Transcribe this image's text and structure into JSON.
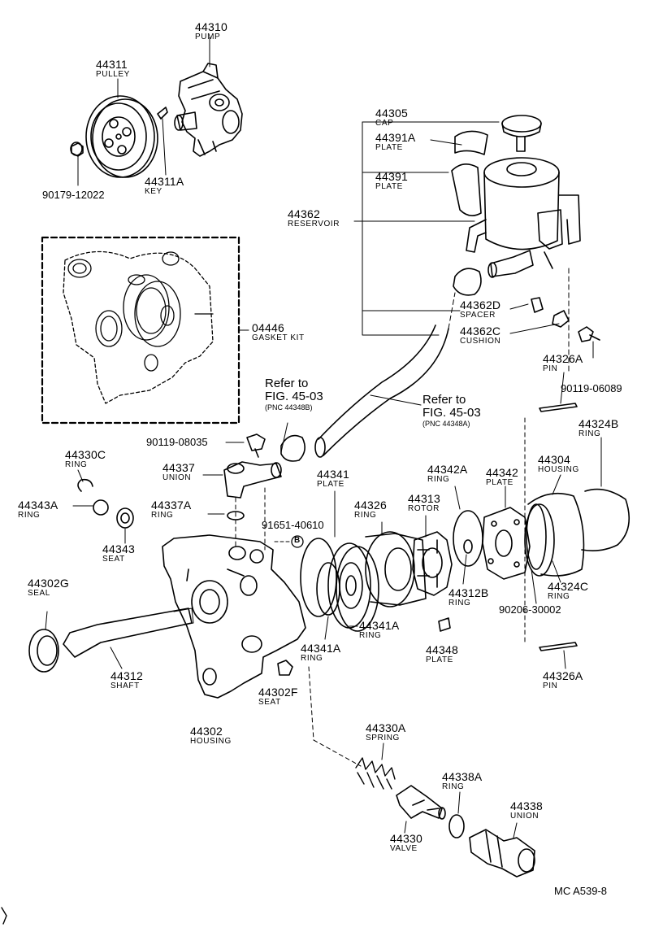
{
  "parts": {
    "p44310": {
      "num": "44310",
      "name": "PUMP"
    },
    "p44311": {
      "num": "44311",
      "name": "PULLEY"
    },
    "p44311A": {
      "num": "44311A",
      "name": "KEY"
    },
    "p90179": {
      "num": "90179-12022"
    },
    "p04446": {
      "num": "04446",
      "name": "GASKET KIT"
    },
    "p44305": {
      "num": "44305",
      "name": "CAP"
    },
    "p44391A": {
      "num": "44391A",
      "name": "PLATE"
    },
    "p44391": {
      "num": "44391",
      "name": "PLATE"
    },
    "p44362": {
      "num": "44362",
      "name": "RESERVOIR"
    },
    "p44362D": {
      "num": "44362D",
      "name": "SPACER"
    },
    "p44362C": {
      "num": "44362C",
      "name": "CUSHION"
    },
    "p44326A_top": {
      "num": "44326A",
      "name": "PIN"
    },
    "p90119_06089": {
      "num": "90119-06089"
    },
    "p44324B": {
      "num": "44324B",
      "name": "RING"
    },
    "p44304": {
      "num": "44304",
      "name": "HOUSING"
    },
    "p90119_08035": {
      "num": "90119-08035"
    },
    "p44330C": {
      "num": "44330C",
      "name": "RING"
    },
    "p44337": {
      "num": "44337",
      "name": "UNION"
    },
    "p44341": {
      "num": "44341",
      "name": "PLATE"
    },
    "p44342A": {
      "num": "44342A",
      "name": "RING"
    },
    "p44342": {
      "num": "44342",
      "name": "PLATE"
    },
    "p44326": {
      "num": "44326",
      "name": "RING"
    },
    "p44313": {
      "num": "44313",
      "name": "ROTOR"
    },
    "p44343A": {
      "num": "44343A",
      "name": "RING"
    },
    "p44337A": {
      "num": "44337A",
      "name": "RING"
    },
    "p91651": {
      "num": "91651-40610"
    },
    "p44343": {
      "num": "44343",
      "name": "SEAT"
    },
    "p44302G": {
      "num": "44302G",
      "name": "SEAL"
    },
    "p44312B": {
      "num": "44312B",
      "name": "RING"
    },
    "p44324C": {
      "num": "44324C",
      "name": "RING"
    },
    "p90206": {
      "num": "90206-30002"
    },
    "p44341A_r": {
      "num": "44341A",
      "name": "RING"
    },
    "p44341A_l": {
      "num": "44341A",
      "name": "RING"
    },
    "p44348": {
      "num": "44348",
      "name": "PLATE"
    },
    "p44312": {
      "num": "44312",
      "name": "SHAFT"
    },
    "p44302F": {
      "num": "44302F",
      "name": "SEAT"
    },
    "p44326A_bot": {
      "num": "44326A",
      "name": "PIN"
    },
    "p44302": {
      "num": "44302",
      "name": "HOUSING"
    },
    "p44330A": {
      "num": "44330A",
      "name": "SPRING"
    },
    "p44338A": {
      "num": "44338A",
      "name": "RING"
    },
    "p44338": {
      "num": "44338",
      "name": "UNION"
    },
    "p44330": {
      "num": "44330",
      "name": "VALVE"
    }
  },
  "refs": {
    "left": {
      "line1": "Refer to",
      "line2": "FIG. 45-03",
      "pnc": "(PNC 44348B)"
    },
    "right": {
      "line1": "Refer to",
      "line2": "FIG. 45-03",
      "pnc": "(PNC 44348A)"
    }
  },
  "marker_b": "B",
  "footer_code": "MC A539-8"
}
